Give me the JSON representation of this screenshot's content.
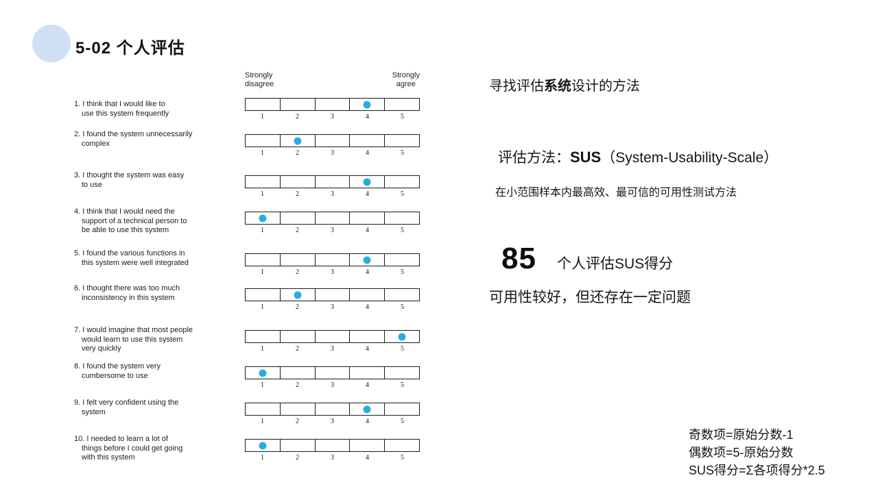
{
  "slide": {
    "title": "5-02 个人评估"
  },
  "questionnaire": {
    "header_left": "Strongly\ndisagree",
    "header_right": "Strongly\nagree",
    "scale_labels": [
      "1",
      "2",
      "3",
      "4",
      "5"
    ],
    "dot_color": "#29abe2",
    "questions": [
      {
        "text": "1. I think that I would like to\nuse this system frequently",
        "answer": 4
      },
      {
        "text": "2. I found the system unnecessarily\ncomplex",
        "answer": 2
      },
      {
        "text": "3. I thought the system was easy\nto use",
        "answer": 4
      },
      {
        "text": "4. I think that I would need the\nsupport of a technical person to\nbe able to use this system",
        "answer": 1
      },
      {
        "text": "5. I found the various functions in\nthis system were well integrated",
        "answer": 4
      },
      {
        "text": "6. I thought there was too much\ninconsistency in this system",
        "answer": 2
      },
      {
        "text": "7. I would imagine that most people\nwould learn to use this system\nvery quickly",
        "answer": 5
      },
      {
        "text": "8. I found the system very\ncumbersome to use",
        "answer": 1
      },
      {
        "text": "9. I felt very confident using the\nsystem",
        "answer": 4
      },
      {
        "text": "10. I needed to learn a lot of\nthings before I could get going\nwith this system",
        "answer": 1
      }
    ]
  },
  "right_panel": {
    "goal": {
      "prefix": "寻找评估",
      "bold": "系统",
      "suffix": "设计的方法"
    },
    "method": {
      "prefix": "评估方法：",
      "bold": "SUS",
      "suffix": "（System-Usability-Scale）"
    },
    "method_note": "在小范围样本内最高效、最可信的可用性测试方法",
    "score": "85",
    "score_label": "个人评估SUS得分",
    "score_note": "可用性较好，但还存在一定问题",
    "formulas": [
      "奇数项=原始分数-1",
      "偶数项=5-原始分数",
      "SUS得分=Σ各项得分*2.5"
    ]
  }
}
